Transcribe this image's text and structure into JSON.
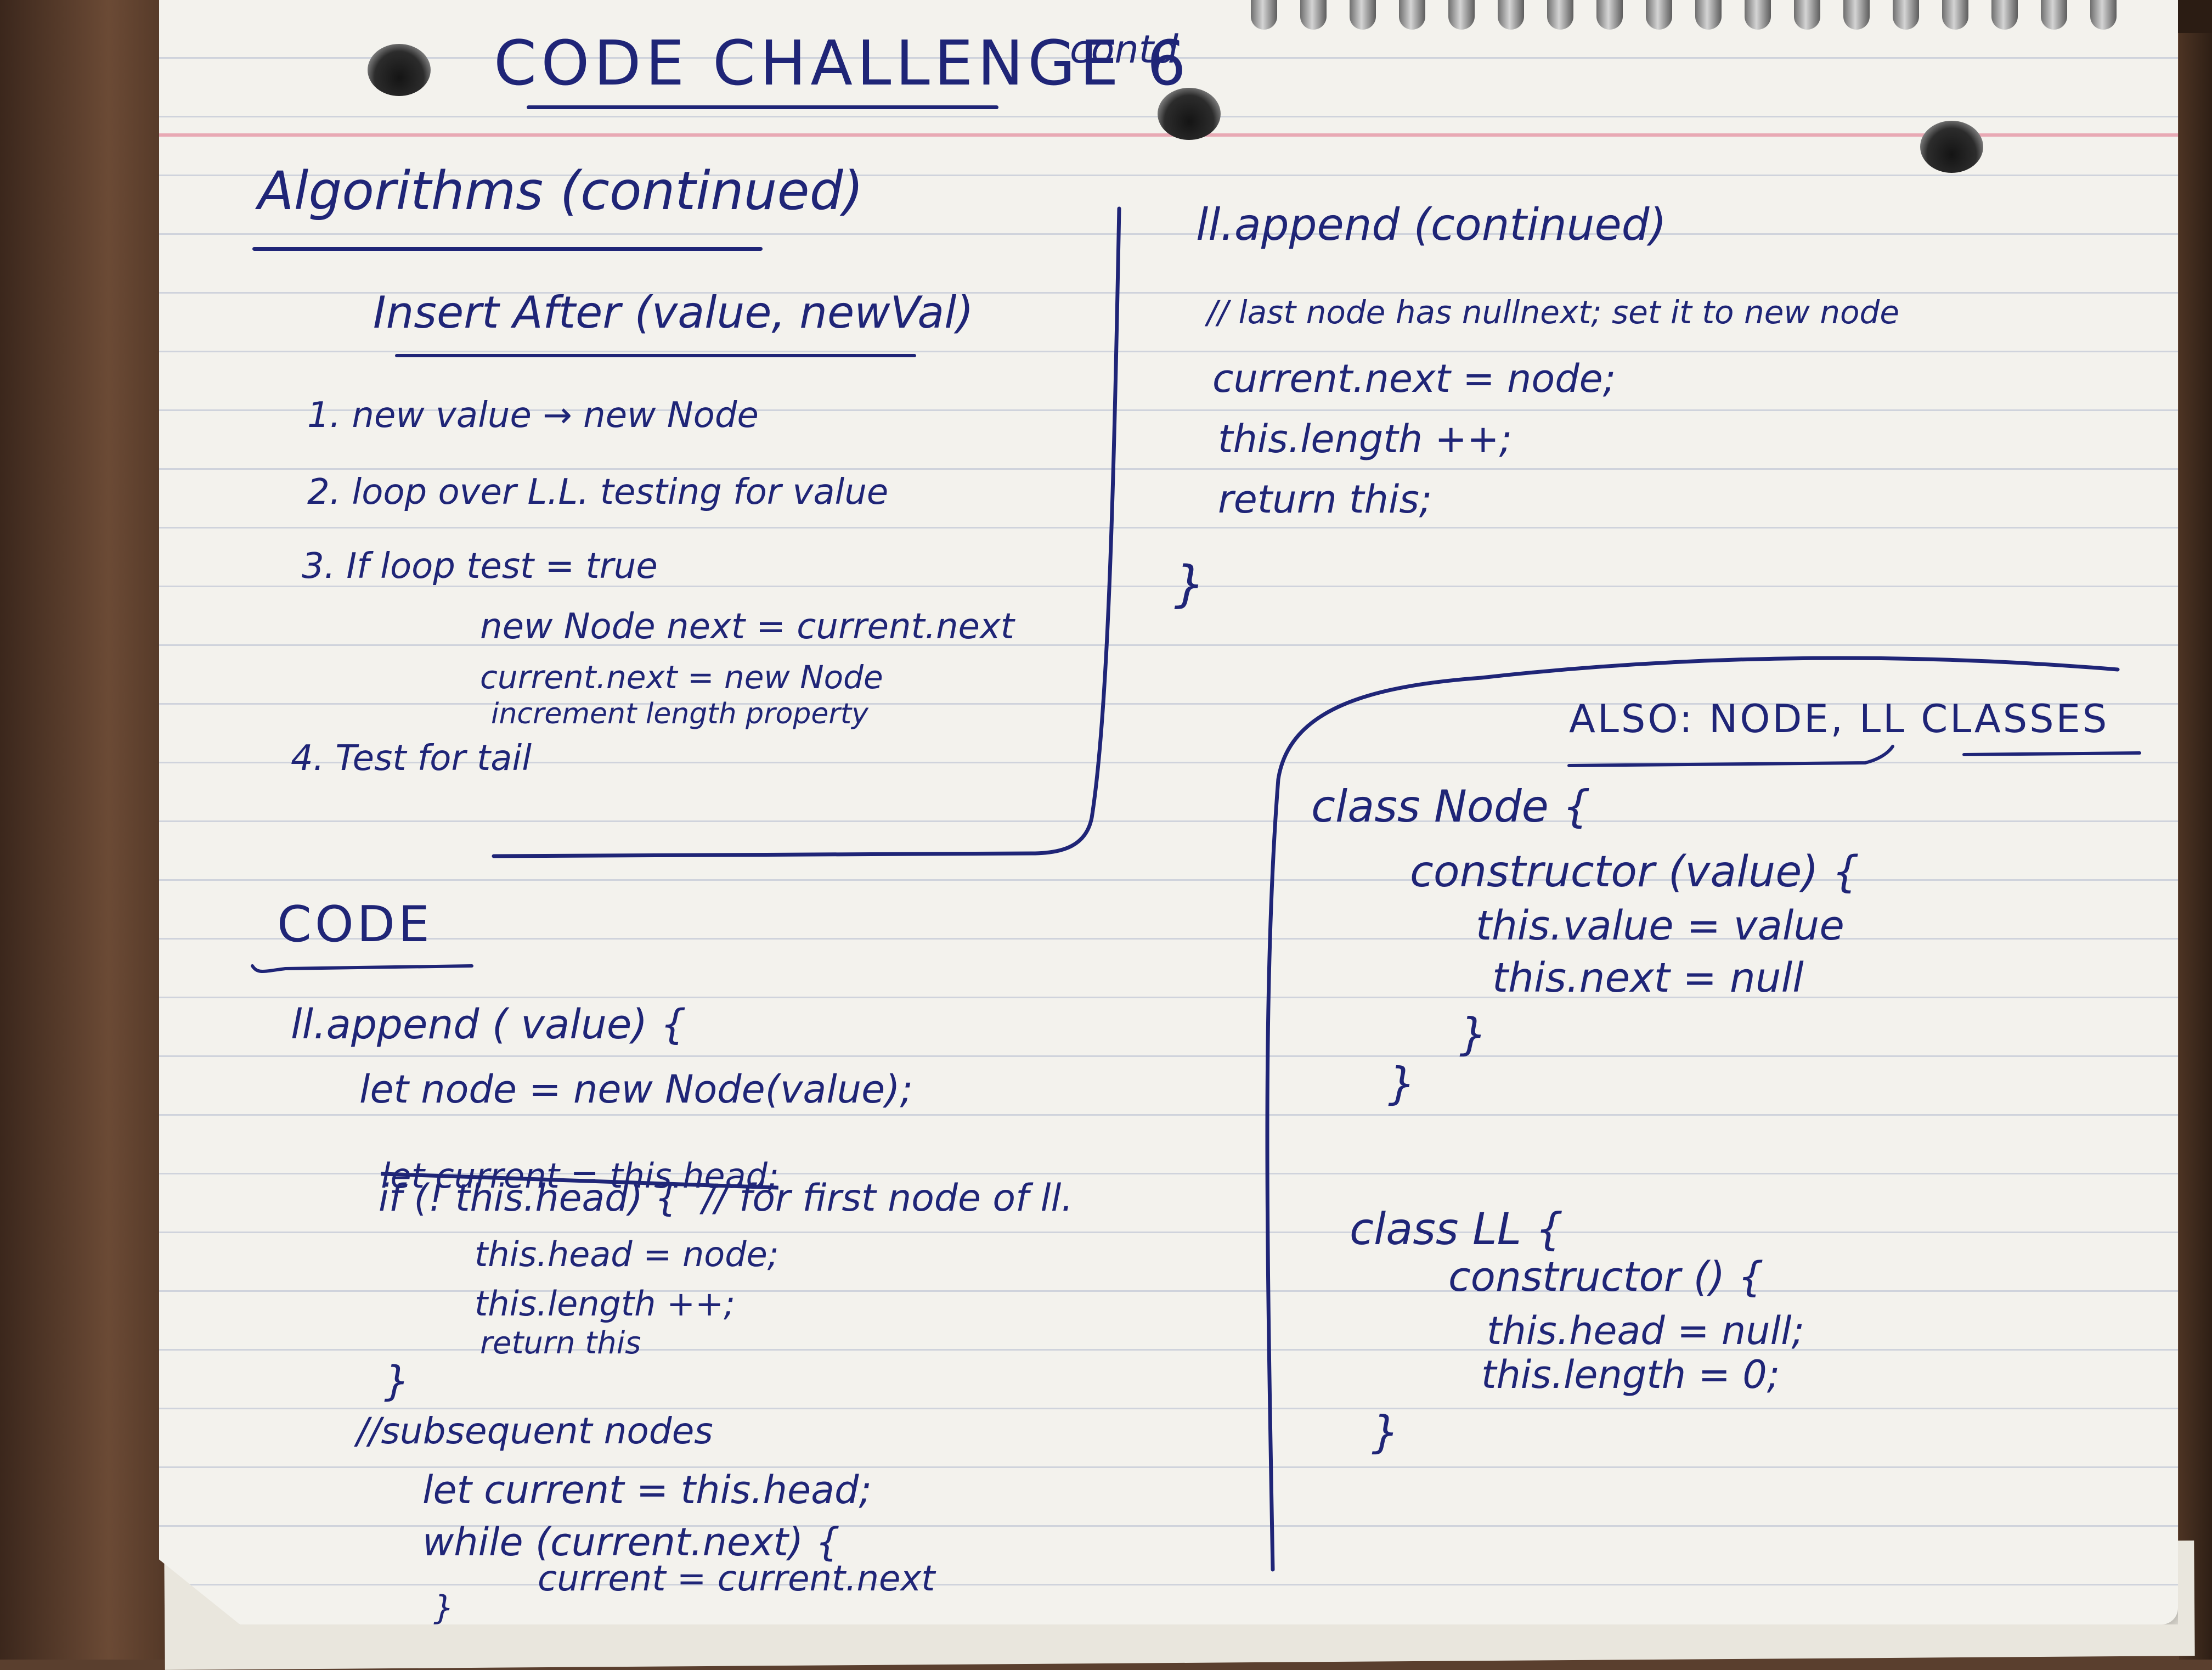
{
  "page": {
    "title": "CODE CHALLENGE 6",
    "title_note": "contd"
  },
  "left_top": {
    "heading": "Algorithms (continued)",
    "subheading": "Insert After (value, newVal)",
    "steps": [
      "1. new value → new Node",
      "2. loop over L.L. testing for value",
      "3. If loop test = true",
      "new Node next = current.next",
      "current.next = new Node",
      "increment length property",
      "4. Test for tail"
    ]
  },
  "right_top": {
    "heading": "ll.append (continued)",
    "lines": [
      "// last node has nullnext; set it to new node",
      "current.next = node;",
      "this.length ++;",
      "return this;",
      "}"
    ]
  },
  "code": {
    "heading": "CODE",
    "lines": [
      "ll.append ( value) {",
      "let node = new Node(value);",
      "let current = this.head;",
      "if (! this.head) {  // for first node of ll.",
      "this.head = node;",
      "this.length ++;",
      "return this",
      "}",
      "//subsequent nodes",
      "let current = this.head;",
      "while (current.next) {",
      "current = current.next",
      "}"
    ]
  },
  "classes": {
    "heading": "ALSO: NODE, LL CLASSES",
    "node_lines": [
      "class Node {",
      "constructor (value) {",
      "this.value = value",
      "this.next = null",
      "}",
      "}"
    ],
    "ll_lines": [
      "class LL {",
      "constructor () {",
      "this.head = null;",
      "this.length = 0;",
      "}"
    ]
  },
  "colors": {
    "ink": "#1f2577",
    "paper": "#f3f2ed",
    "margin_line": "#e8a9b4",
    "ruled_line": "#cfd3dc",
    "table": "#5a3f2e"
  }
}
